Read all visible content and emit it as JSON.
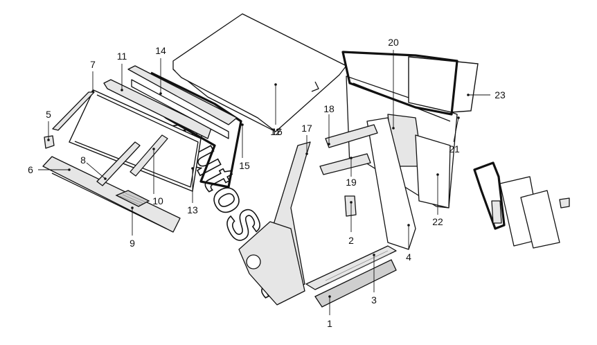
{
  "callouts": [
    {
      "id": "1",
      "label": "1"
    },
    {
      "id": "2",
      "label": "2"
    },
    {
      "id": "3",
      "label": "3"
    },
    {
      "id": "4",
      "label": "4"
    },
    {
      "id": "5",
      "label": "5"
    },
    {
      "id": "6",
      "label": "6"
    },
    {
      "id": "7",
      "label": "7"
    },
    {
      "id": "8",
      "label": "8"
    },
    {
      "id": "9",
      "label": "9"
    },
    {
      "id": "10",
      "label": "10"
    },
    {
      "id": "11",
      "label": "11"
    },
    {
      "id": "12",
      "label": "12"
    },
    {
      "id": "13",
      "label": "13"
    },
    {
      "id": "14",
      "label": "14"
    },
    {
      "id": "15",
      "label": "15"
    },
    {
      "id": "16",
      "label": "16"
    },
    {
      "id": "17",
      "label": "17"
    },
    {
      "id": "18",
      "label": "18"
    },
    {
      "id": "19",
      "label": "19"
    },
    {
      "id": "20",
      "label": "20"
    },
    {
      "id": "21",
      "label": "21"
    },
    {
      "id": "22",
      "label": "22"
    },
    {
      "id": "23",
      "label": "23"
    }
  ],
  "watermark": {
    "text": "AutoSoft"
  }
}
